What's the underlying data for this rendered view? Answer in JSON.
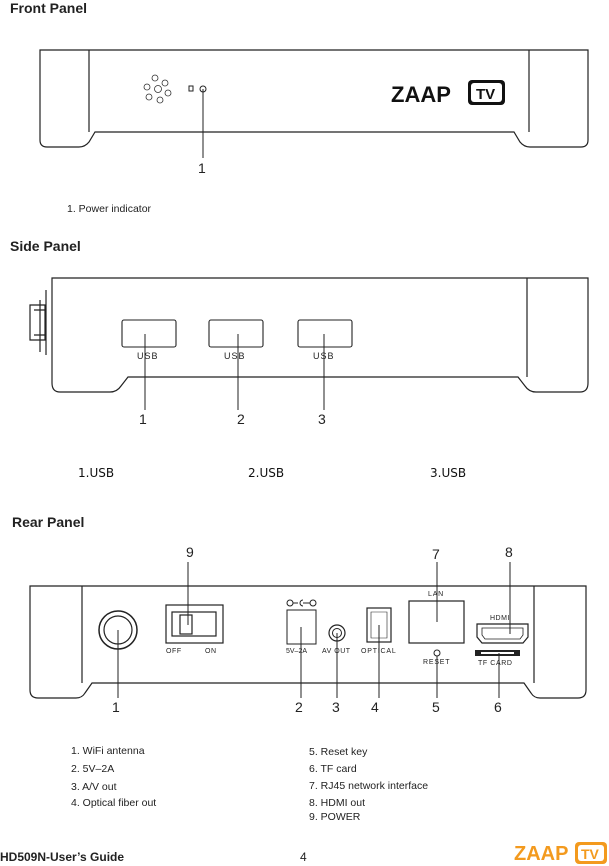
{
  "front": {
    "heading": "Front Panel",
    "brand": "ZAAP",
    "brand_tv": "TV",
    "callout": "1",
    "caption": "1. Power indicator"
  },
  "side": {
    "heading": "Side Panel",
    "port_labels": [
      "USB",
      "USB",
      "USB"
    ],
    "callouts": [
      "1",
      "2",
      "3"
    ],
    "captions": [
      "1.USB",
      "2.USB",
      "3.USB"
    ]
  },
  "rear": {
    "heading": "Rear Panel",
    "top_callouts": [
      "9",
      "7",
      "8"
    ],
    "bottom_callouts": [
      "1",
      "2",
      "3",
      "4",
      "5",
      "6"
    ],
    "labels": {
      "off": "OFF",
      "on": "ON",
      "power": "5V–2A",
      "av_out": "AV OUT",
      "optical": "OPTICAL",
      "lan": "LAN",
      "reset": "RESET",
      "hdmi": "HDMI",
      "tf_card": "TF CARD"
    },
    "legend_left": [
      "1. WiFi antenna",
      "2. 5V–2A",
      "3. A/V out",
      "4. Optical fiber out"
    ],
    "legend_right": [
      "5. Reset key",
      "6. TF card",
      "7. RJ45 network interface",
      "8. HDMI out",
      "9. POWER"
    ]
  },
  "footer": {
    "title": "HD509N-User’s Guide",
    "page": "4",
    "logo_brand": "ZAAP",
    "logo_tv": "TV"
  },
  "colors": {
    "logo_orange": "#f39a1e",
    "ink": "#222222"
  }
}
